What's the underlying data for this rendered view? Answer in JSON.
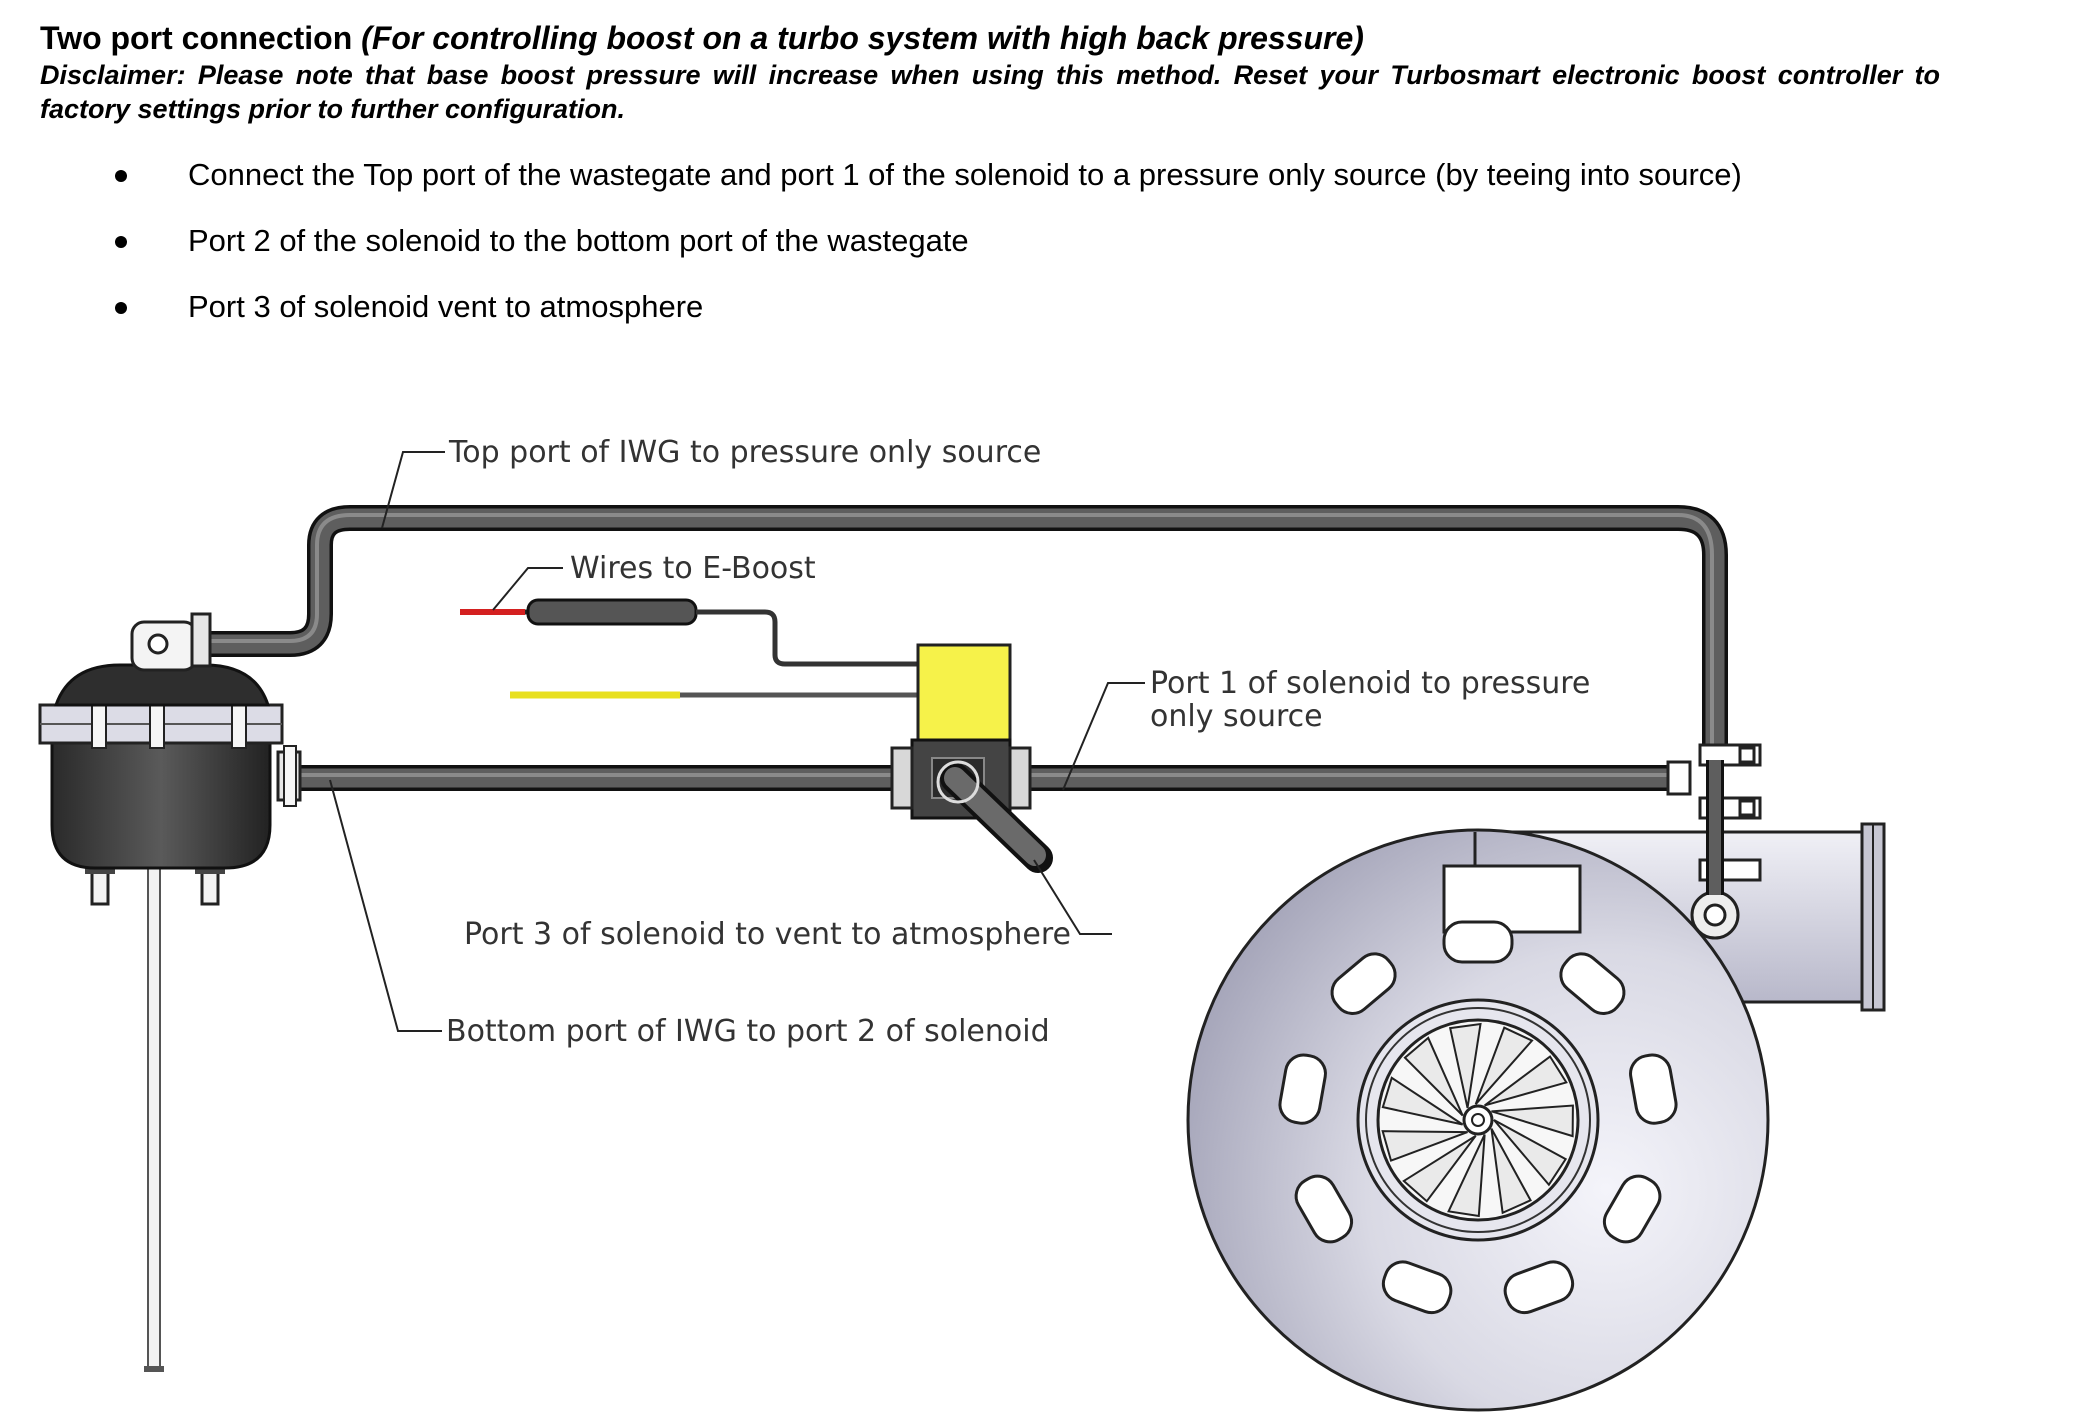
{
  "heading": {
    "title": "Two port connection",
    "subtitle": "(For controlling boost on a turbo system with high back pressure)"
  },
  "disclaimer": "Disclaimer: Please note that base boost pressure will increase when using this method. Reset your Turbosmart electronic boost controller to factory settings prior to further configuration.",
  "instructions": [
    "Connect the Top port of the wastegate and port 1 of the solenoid to a pressure only source (by teeing into source)",
    "Port 2 of the solenoid to the bottom port of the wastegate",
    "Port 3 of solenoid vent to atmosphere"
  ],
  "callouts": {
    "top_port": "Top port of IWG to pressure only source",
    "wires": "Wires to E-Boost",
    "port1_line1": "Port 1 of solenoid to pressure",
    "port1_line2": "only source",
    "port3": "Port 3 of solenoid to vent to atmosphere",
    "bottom_port": "Bottom port of IWG to port 2 of solenoid"
  },
  "colors": {
    "hose": "#555555",
    "solenoid": "#f6f24a",
    "wire_red": "#d42020",
    "wire_yellow": "#e8e020",
    "turbo_housing": "#d8d8e4"
  }
}
